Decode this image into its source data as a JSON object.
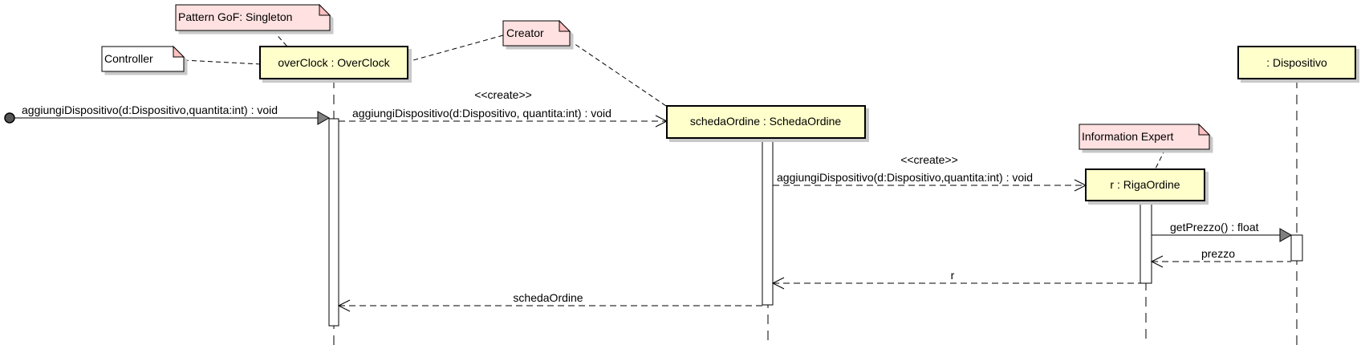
{
  "colors": {
    "lifeline_fill": "#ffffcc",
    "note_fill": "#ffe1e1",
    "note_fold": "#ffc0c0",
    "line": "#000000",
    "found_dot": "#555555",
    "arrowhead_fill": "#808080"
  },
  "lifelines": {
    "overclock": "overClock : OverClock",
    "scheda": "schedaOrdine : SchedaOrdine",
    "riga": "r : RigaOrdine",
    "dispositivo": ": Dispositivo"
  },
  "notes": {
    "singleton": "Pattern GoF: Singleton",
    "controller": "Controller",
    "creator": "Creator",
    "expert": "Information Expert"
  },
  "messages": {
    "m1": "aggiungiDispositivo(d:Dispositivo,quantita:int) : void",
    "m2_stereo": "<<create>>",
    "m2": "aggiungiDispositivo(d:Dispositivo, quantita:int) : void",
    "m3_stereo": "<<create>>",
    "m3": "aggiungiDispositivo(d:Dispositivo,quantita:int) : void",
    "m4": "getPrezzo() : float",
    "r4": "prezzo",
    "r3": "r",
    "r2": "schedaOrdine"
  }
}
